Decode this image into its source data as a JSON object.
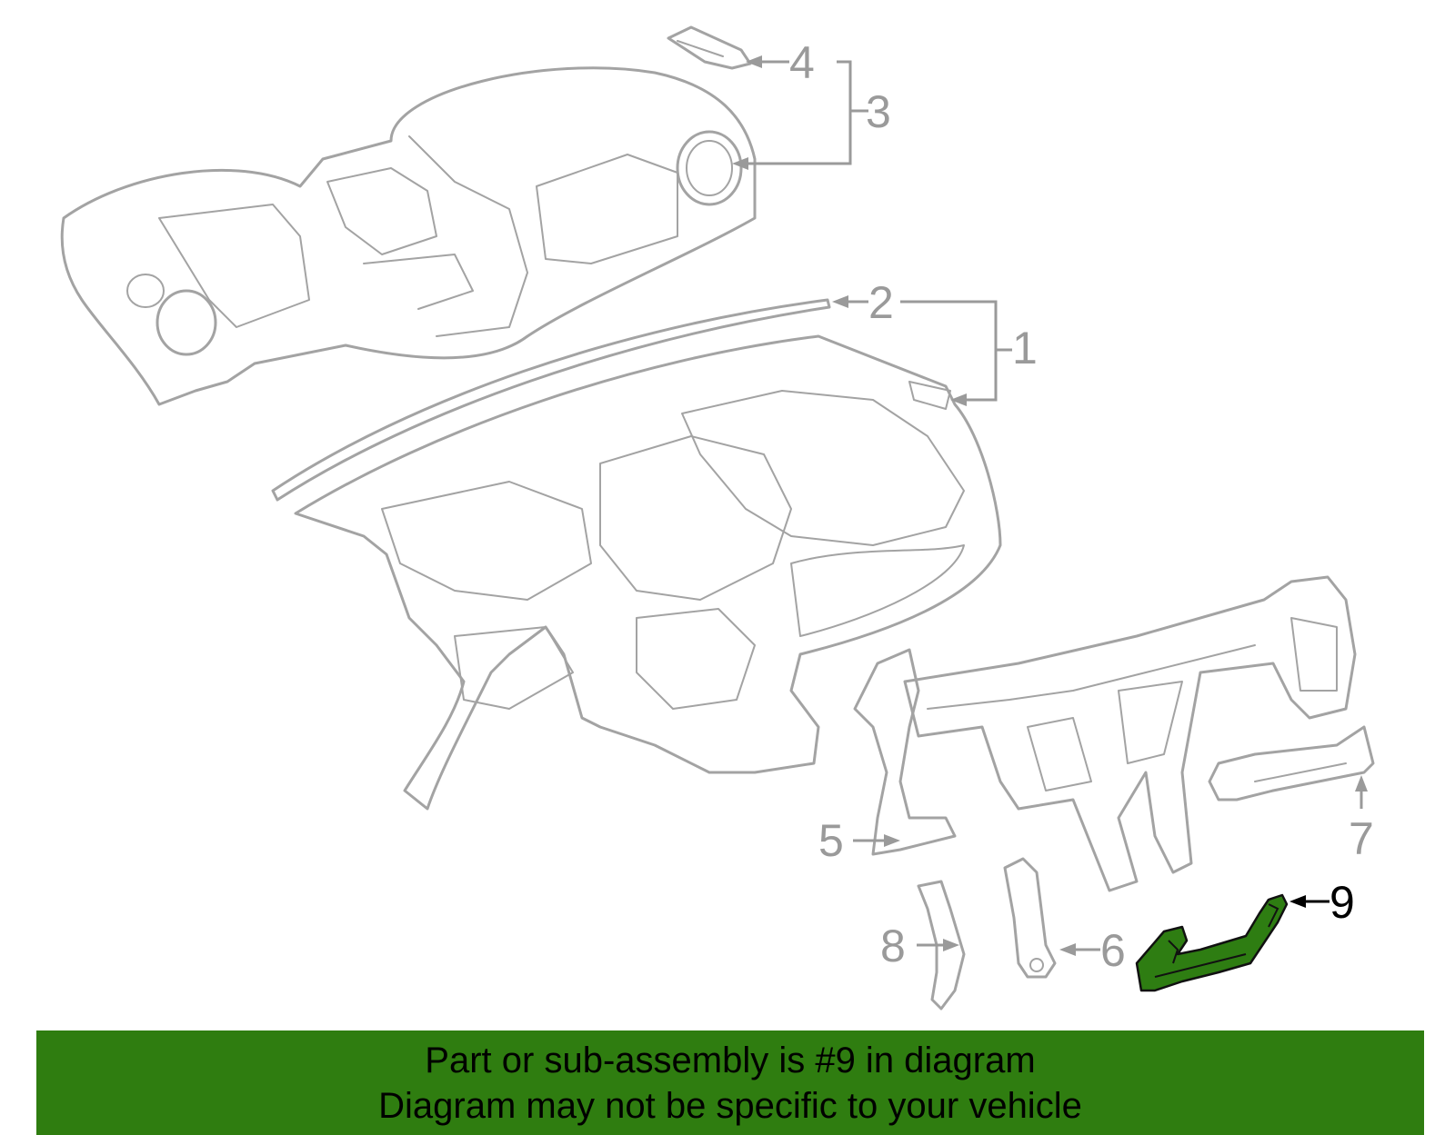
{
  "diagram": {
    "callouts": [
      {
        "id": "1",
        "label": "1"
      },
      {
        "id": "2",
        "label": "2"
      },
      {
        "id": "3",
        "label": "3"
      },
      {
        "id": "4",
        "label": "4"
      },
      {
        "id": "5",
        "label": "5"
      },
      {
        "id": "6",
        "label": "6"
      },
      {
        "id": "7",
        "label": "7"
      },
      {
        "id": "8",
        "label": "8"
      },
      {
        "id": "9",
        "label": "9"
      }
    ],
    "highlighted_part": "9",
    "colors": {
      "line_art": "#a3a3a3",
      "highlight_fill": "#2e7d12",
      "banner_background": "#2f7d10",
      "banner_text": "#000000"
    }
  },
  "footer": {
    "line1": "Part or sub-assembly is #9 in diagram",
    "line2": "Diagram may not be specific to your vehicle"
  }
}
